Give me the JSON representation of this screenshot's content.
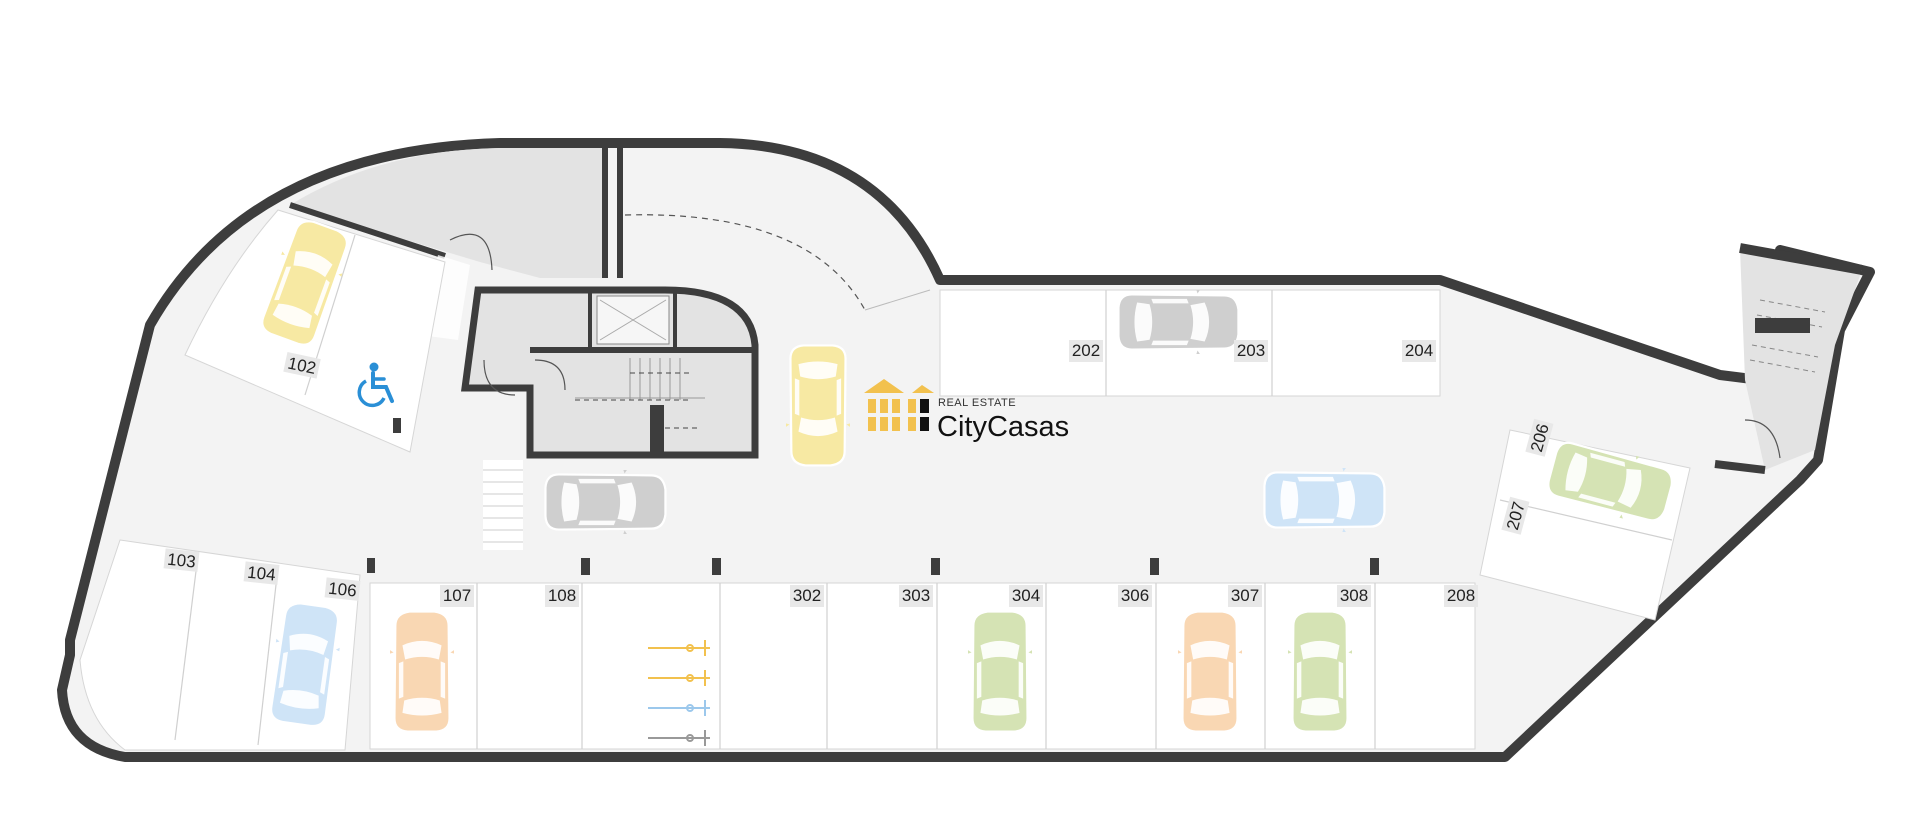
{
  "brand": {
    "tagline": "REAL ESTATE",
    "name": "CityCasas",
    "logo_color": "#f2c14e"
  },
  "spaces": [
    {
      "id": "102"
    },
    {
      "id": "103"
    },
    {
      "id": "104"
    },
    {
      "id": "106"
    },
    {
      "id": "107"
    },
    {
      "id": "108"
    },
    {
      "id": "202"
    },
    {
      "id": "203"
    },
    {
      "id": "204"
    },
    {
      "id": "206"
    },
    {
      "id": "207"
    },
    {
      "id": "208"
    },
    {
      "id": "302"
    },
    {
      "id": "303"
    },
    {
      "id": "304"
    },
    {
      "id": "306"
    },
    {
      "id": "307"
    },
    {
      "id": "308"
    }
  ],
  "icons": {
    "accessible": "wheelchair-icon",
    "bicycle": "bicycle-icon"
  },
  "colors": {
    "wall": "#3d3d3d",
    "floor": "#f3f3f3",
    "core": "#e3e3e3",
    "car_yellow": "#f7e9a3",
    "car_gray": "#cfcfcf",
    "car_blue": "#cfe4f7",
    "car_orange": "#f9d7b3",
    "car_green": "#d5e3b4",
    "accessible_blue": "#2a8fd6"
  }
}
